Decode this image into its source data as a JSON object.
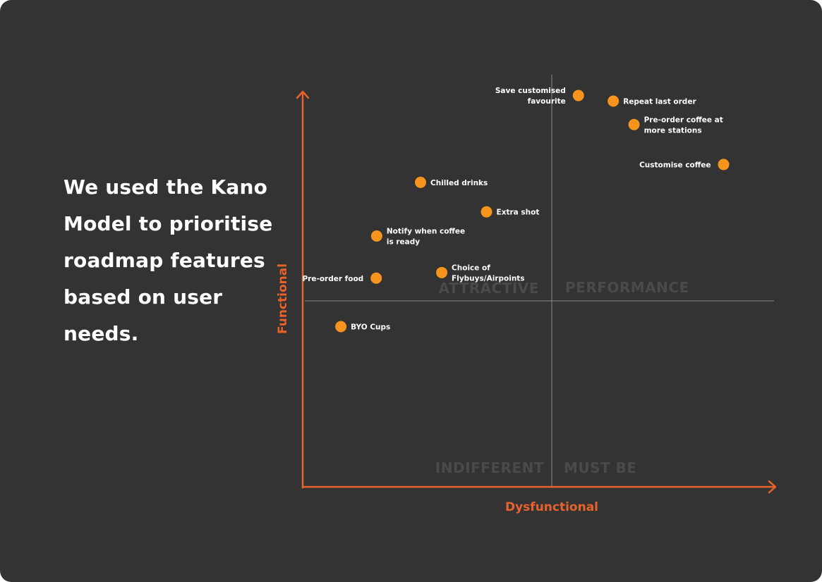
{
  "headline": "We used the Kano Model to prioritise roadmap features based on user needs.",
  "colors": {
    "background": "#333333",
    "accent": "#e8622c",
    "point": "#f7941d",
    "divider": "#8a8a8a",
    "quadrant_label": "#4a4a4a"
  },
  "chart_data": {
    "type": "scatter",
    "title": "",
    "xlabel": "Dysfunctional",
    "ylabel": "Functional",
    "xlim": [
      0,
      10
    ],
    "ylim": [
      0,
      10
    ],
    "ticks": "none",
    "grid": false,
    "dividers": {
      "x": 5,
      "y": 5
    },
    "quadrants": [
      {
        "name": "ATTRACTIVE",
        "position": "top-left"
      },
      {
        "name": "PERFORMANCE",
        "position": "top-right"
      },
      {
        "name": "INDIFFERENT",
        "position": "bottom-left"
      },
      {
        "name": "MUST BE",
        "position": "bottom-right"
      }
    ],
    "points": [
      {
        "label": "Save customised favourite",
        "x": 5.85,
        "y": 10.5
      },
      {
        "label": "Repeat last order",
        "x": 6.59,
        "y": 10.35
      },
      {
        "label": "Pre-order coffee at more stations",
        "x": 7.03,
        "y": 9.72
      },
      {
        "label": "Customise coffee",
        "x": 8.93,
        "y": 8.65
      },
      {
        "label": "Chilled drinks",
        "x": 2.5,
        "y": 8.17
      },
      {
        "label": "Extra shot",
        "x": 3.9,
        "y": 7.38
      },
      {
        "label": "Notify when coffee is ready",
        "x": 1.57,
        "y": 6.73
      },
      {
        "label": "Pre-order food",
        "x": 1.56,
        "y": 5.6
      },
      {
        "label": "Choice of Flybuys/Airpoints",
        "x": 2.95,
        "y": 5.75
      },
      {
        "label": "BYO Cups",
        "x": 0.81,
        "y": 4.3
      }
    ]
  }
}
